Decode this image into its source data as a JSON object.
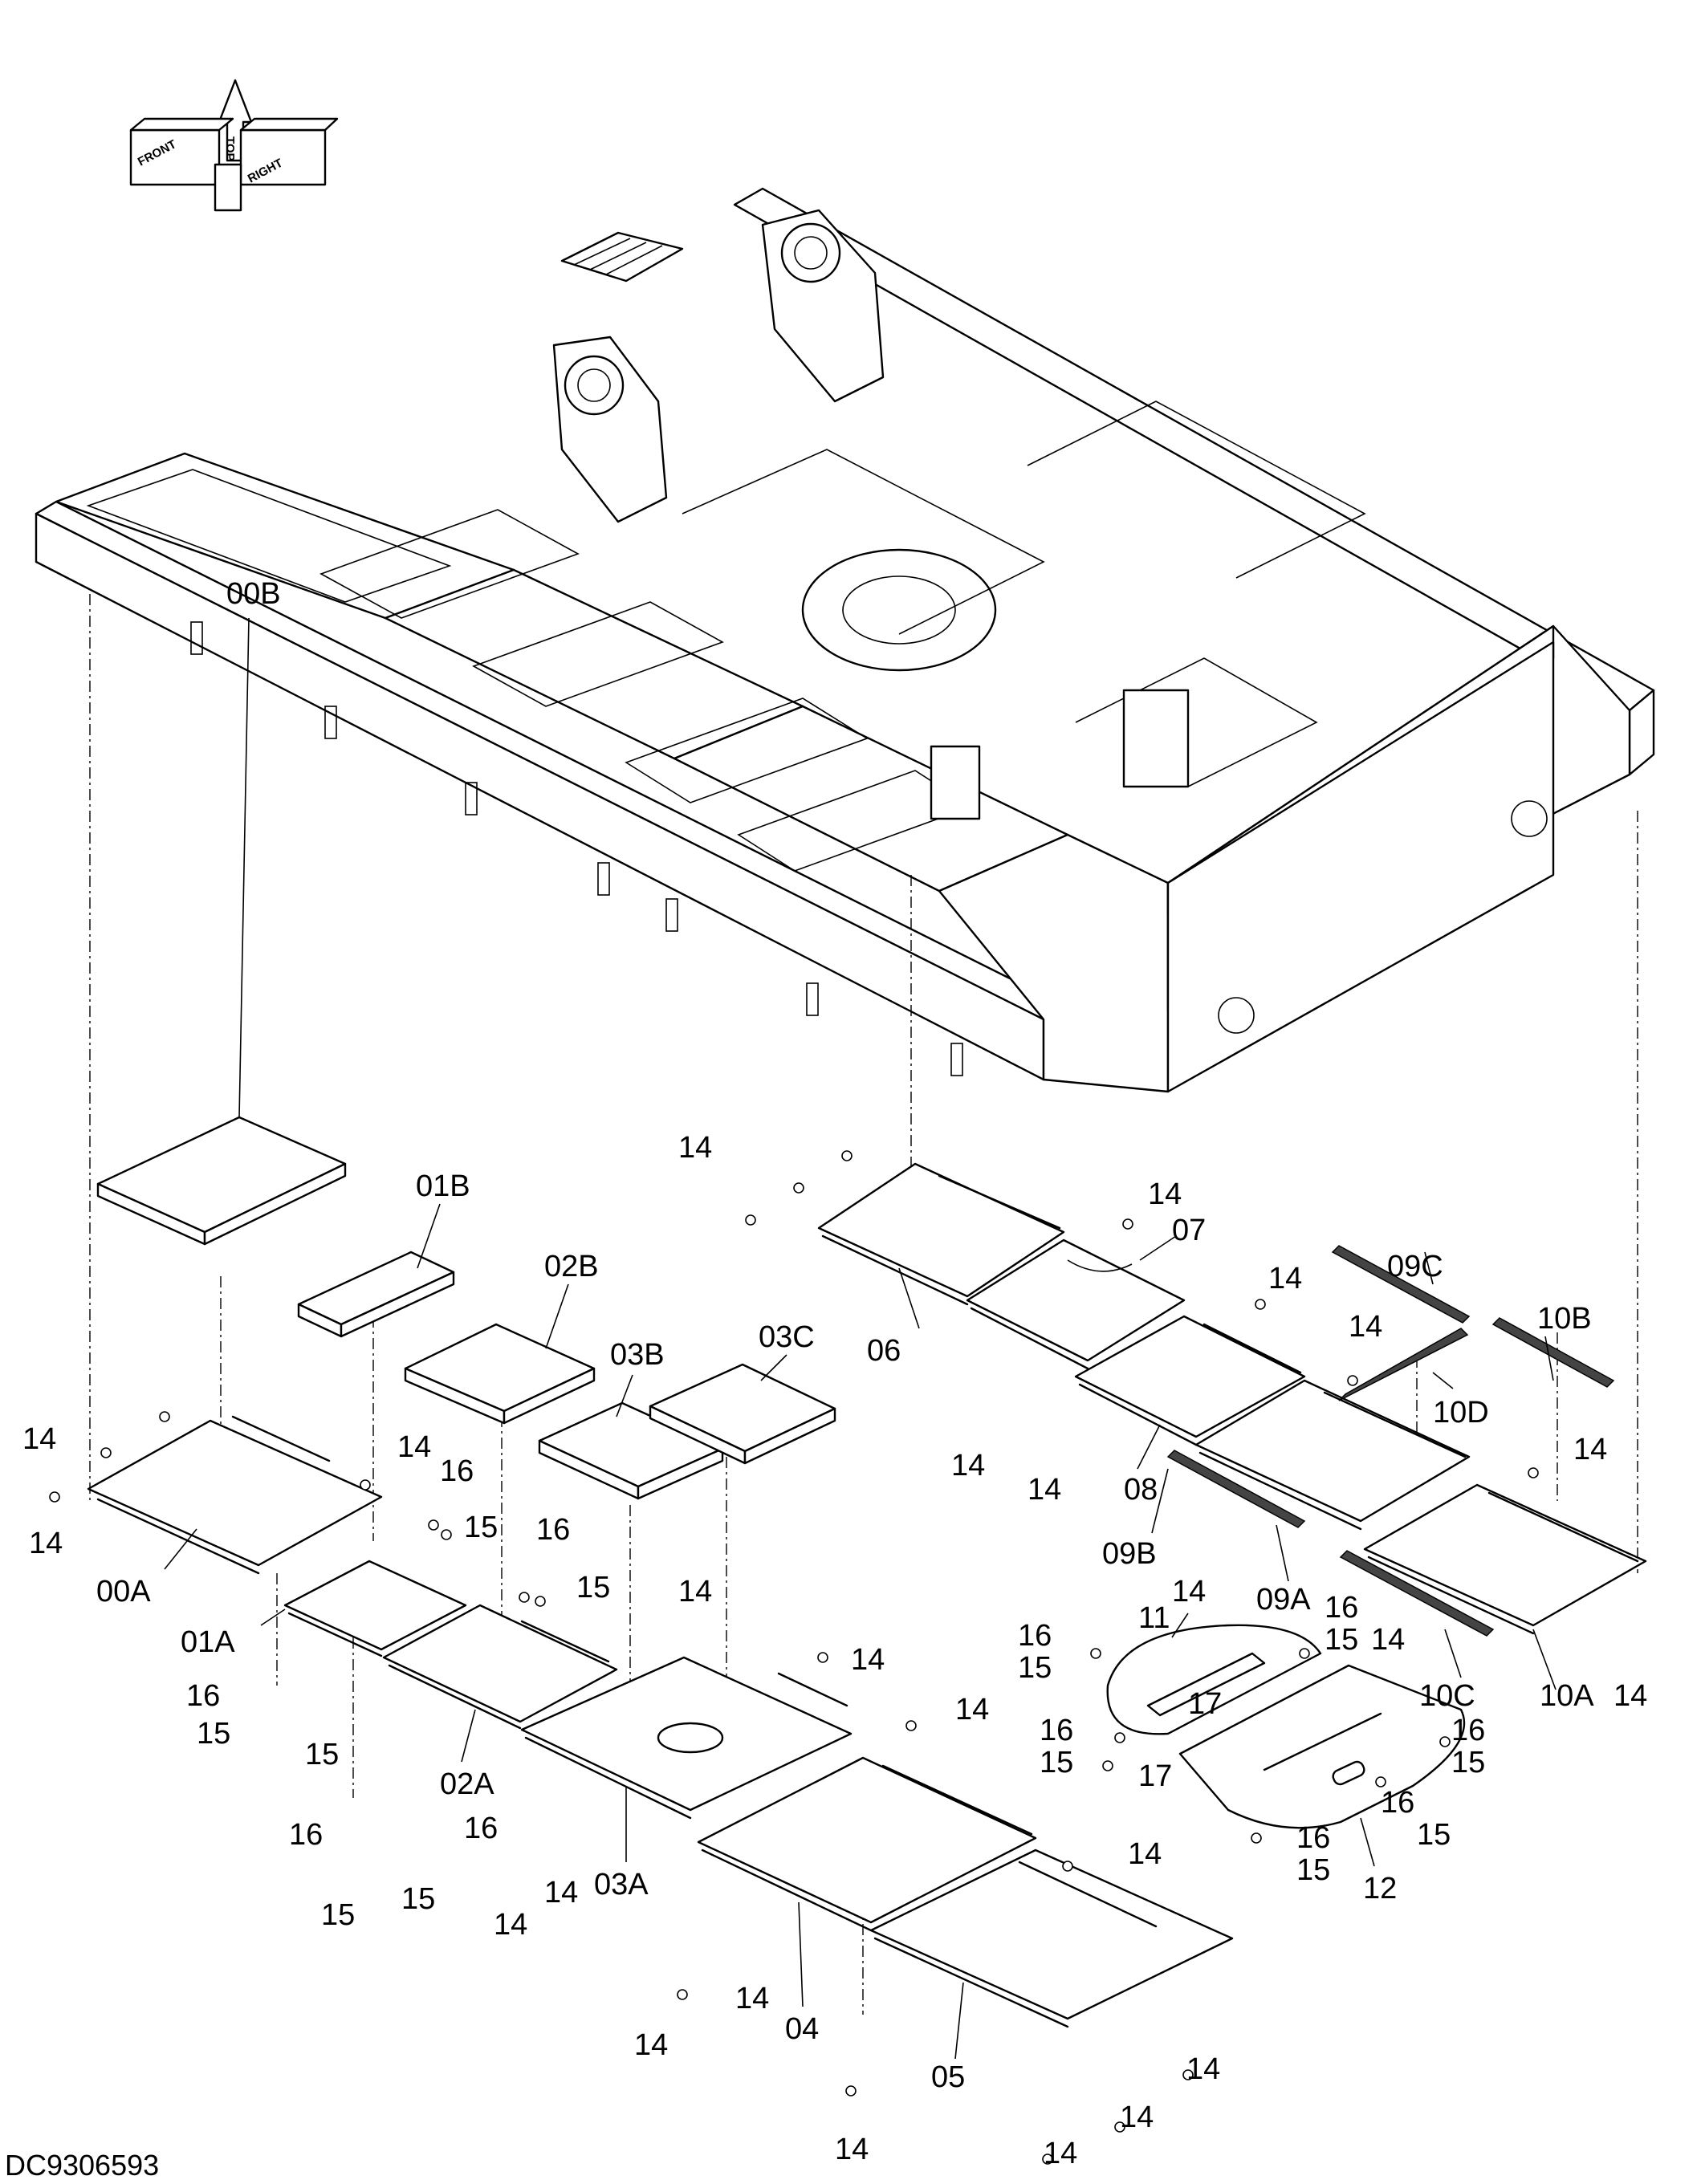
{
  "orientation": {
    "front": "FRONT",
    "top": "TOP",
    "right": "RIGHT"
  },
  "part_labels": {
    "p00B": "00B",
    "p01B": "01B",
    "p02B": "02B",
    "p03B": "03B",
    "p03C": "03C",
    "p00A": "00A",
    "p01A": "01A",
    "p02A": "02A",
    "p03A": "03A",
    "p04": "04",
    "p05": "05",
    "p06": "06",
    "p07": "07",
    "p08": "08",
    "p09A": "09A",
    "p09B": "09B",
    "p09C": "09C",
    "p10A": "10A",
    "p10B": "10B",
    "p10C": "10C",
    "p10D": "10D",
    "p11": "11",
    "p12": "12"
  },
  "fastener_labels": {
    "bolt": "14",
    "screw": "15",
    "washer": "16",
    "bracket_bolt": "17"
  },
  "drawing_number": "DC9306593"
}
